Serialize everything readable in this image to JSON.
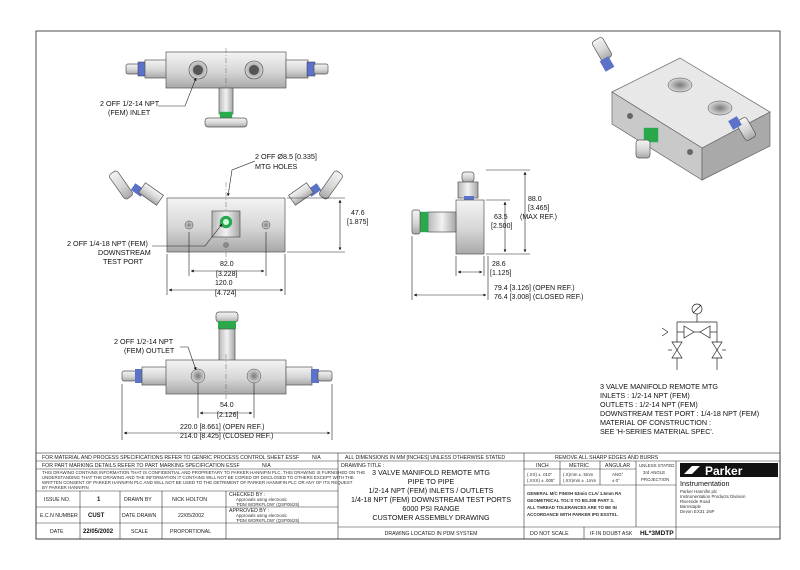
{
  "views": {
    "top": {
      "inlet_label_1": "2 OFF 1/2-14 NPT",
      "inlet_label_2": "(FEM) INLET"
    },
    "front": {
      "holes_label_1": "2 OFF Ø8.5 [0.335]",
      "holes_label_2": "MTG HOLES",
      "height_dim_1": "47.6",
      "height_dim_2": "[1.875]",
      "test_port_1": "2 OFF 1/4-18 NPT (FEM)",
      "test_port_2": "DOWNSTREAM",
      "test_port_3": "TEST PORT",
      "hole_spacing_1": "82.0",
      "hole_spacing_2": "[3.228]",
      "body_width_1": "120.0",
      "body_width_2": "[4.724]"
    },
    "side": {
      "max_dim_1": "88.0",
      "max_dim_2": "[3.465]",
      "max_dim_3": "63.5",
      "max_dim_4": "[2.500]",
      "max_dim_5": "(MAX REF.)",
      "depth_1": "28.6",
      "depth_2": "[1.125]",
      "open_ref": "79.4 [3.126] (OPEN REF.)",
      "closed_ref": "76.4 [3.008] (CLOSED REF.)"
    },
    "bottom": {
      "outlet_1": "2 OFF 1/2-14 NPT",
      "outlet_2": "(FEM) OUTLET",
      "span_1": "54.0",
      "span_2": "[2.126]",
      "overall_open": "220.0 [8.661]  (OPEN REF.)",
      "overall_closed": "214.0 [8.425]  (CLOSED REF.)"
    }
  },
  "spec_notes": [
    "3 VALVE MANIFOLD REMOTE MTG",
    "INLETS : 1/2-14 NPT (FEM)",
    "OUTLETS : 1/2-14 NPT (FEM)",
    "DOWNSTREAM TEST PORT : 1/4-18 NPT (FEM)",
    "MATERIAL OF CONSTRUCTION :",
    "SEE 'H-SERIES MATERIAL SPEC'."
  ],
  "title_block": {
    "material_spec": "FOR MATERIAL AND PROCESS SPECIFICATIONS REFER TO GENRIC PROCESS CONTROL SHEET ESSF",
    "material_spec_val": "N/A",
    "marking_spec": "FOR PART MARKING DETAILS REFER TO PART MARKING SPECIFICATION ESSF",
    "marking_spec_val": "N/A",
    "confidential": [
      "THIS DRAWING CONTAINS INFORMATION THAT IS CONFIDENTIAL AND PROPRIETARY TO PARKER HANNIFIN PLC. THIS DRAWING IS FURNISHED ON THE",
      "UNDERSTANDING THAT THE DRAWING AND THE INFORMATION IT CONTAINS WILL NOT BE COPIED OR DISCLOSED TO OTHERS EXCEPT WITH THE",
      "WRITTEN CONSENT OF PARKER HANNIFIN PLC AND WILL NOT BE USED TO THE DETRIMENT OF PARKER HANNIFIN PLC OR ANY OF ITS REQUEST",
      "BY PARKER HANNIFIN"
    ],
    "issue_no_label": "ISSUE NO.",
    "issue_no": "1",
    "drawn_by_label": "DRAWN BY",
    "drawn_by": "NICK HOLTON",
    "ecn_label": "E.C.N NUMBER",
    "ecn": "CUST",
    "date_drawn_label": "DATE DRAWN",
    "date_drawn": "22/05/2002",
    "date_label": "DATE",
    "date": "22/05/2002",
    "scale_label": "SCALE",
    "scale": "PROPORTIONAL",
    "checked_by_label": "CHECKED BY :",
    "checked_by_1": "Approvals using electronic",
    "checked_by_2": "'PDM WORKFLOW' (QSP05/25)",
    "approved_by_label": "APPROVED BY :",
    "approved_by_1": "Approvals using electronic",
    "approved_by_2": "'PDM WORKFLOW' (QSP05/25)",
    "units_note": "ALL DIMENSIONS IN MM [INCHES] UNLESS OTHERWISE STATED",
    "drawing_title_label": "DRAWING TITLE :",
    "drawing_title": [
      "3 VALVE MANIFOLD REMOTE MTG",
      "PIPE TO PIPE",
      "1/2-14 NPT (FEM) INLETS / OUTLETS",
      "1/4-18 NPT (FEM) DOWNSTREAM TEST PORTS",
      "6000 PSI RANGE",
      "CUSTOMER ASSEMBLY DRAWING"
    ],
    "pdm_note": "DRAWING LOCATED IN PDM SYSTEM",
    "edges_note": "REMOVE ALL SHARP EDGES AND BURRS",
    "inch_label": "INCH",
    "metric_label": "METRIC",
    "angular_label": "ANGULAR",
    "inch_tol_1": "(.XX)  ± .010\"",
    "inch_tol_2": "(.XXX) ± .005\"",
    "metric_tol_1": "(.X)mm ± .5mm",
    "metric_tol_2": "(.XX)mm ± .1mm",
    "angular_tol_1": "ANG°",
    "angular_tol_2": "± 0°",
    "projection_1": "UNLESS STATED",
    "projection_2": "3rd ANGLE",
    "projection_3": "PROJECTION",
    "general_tol": [
      "GENERAL M/C FINISH 63min CLA/ 1.6mm RA",
      "GEOMETRICAL TOL'S TO BS.308 PART 3.",
      "ALL THREAD TOLERANCES ARE TO BE IN",
      "ACCORDANCE WITH PARKER IPD ESST01."
    ],
    "do_not_scale": "DO NOT SCALE",
    "if_in_doubt": "IF IN DOUBT ASK",
    "brand": "Parker",
    "division": "Instrumentation",
    "address": [
      "Parker Hannifin plc",
      "Instrumentation Products Division",
      "Riverside Road",
      "Barnstaple",
      "Devon EX31 1NP"
    ],
    "part_number": "HL*3MDTP"
  },
  "colors": {
    "valve_ring_green": "#2aa84a",
    "valve_ring_blue": "#5b72c8",
    "steel_light": "#f1f1f1",
    "steel_dark": "#9a9a9a",
    "parker_logo_bg": "#111111"
  }
}
